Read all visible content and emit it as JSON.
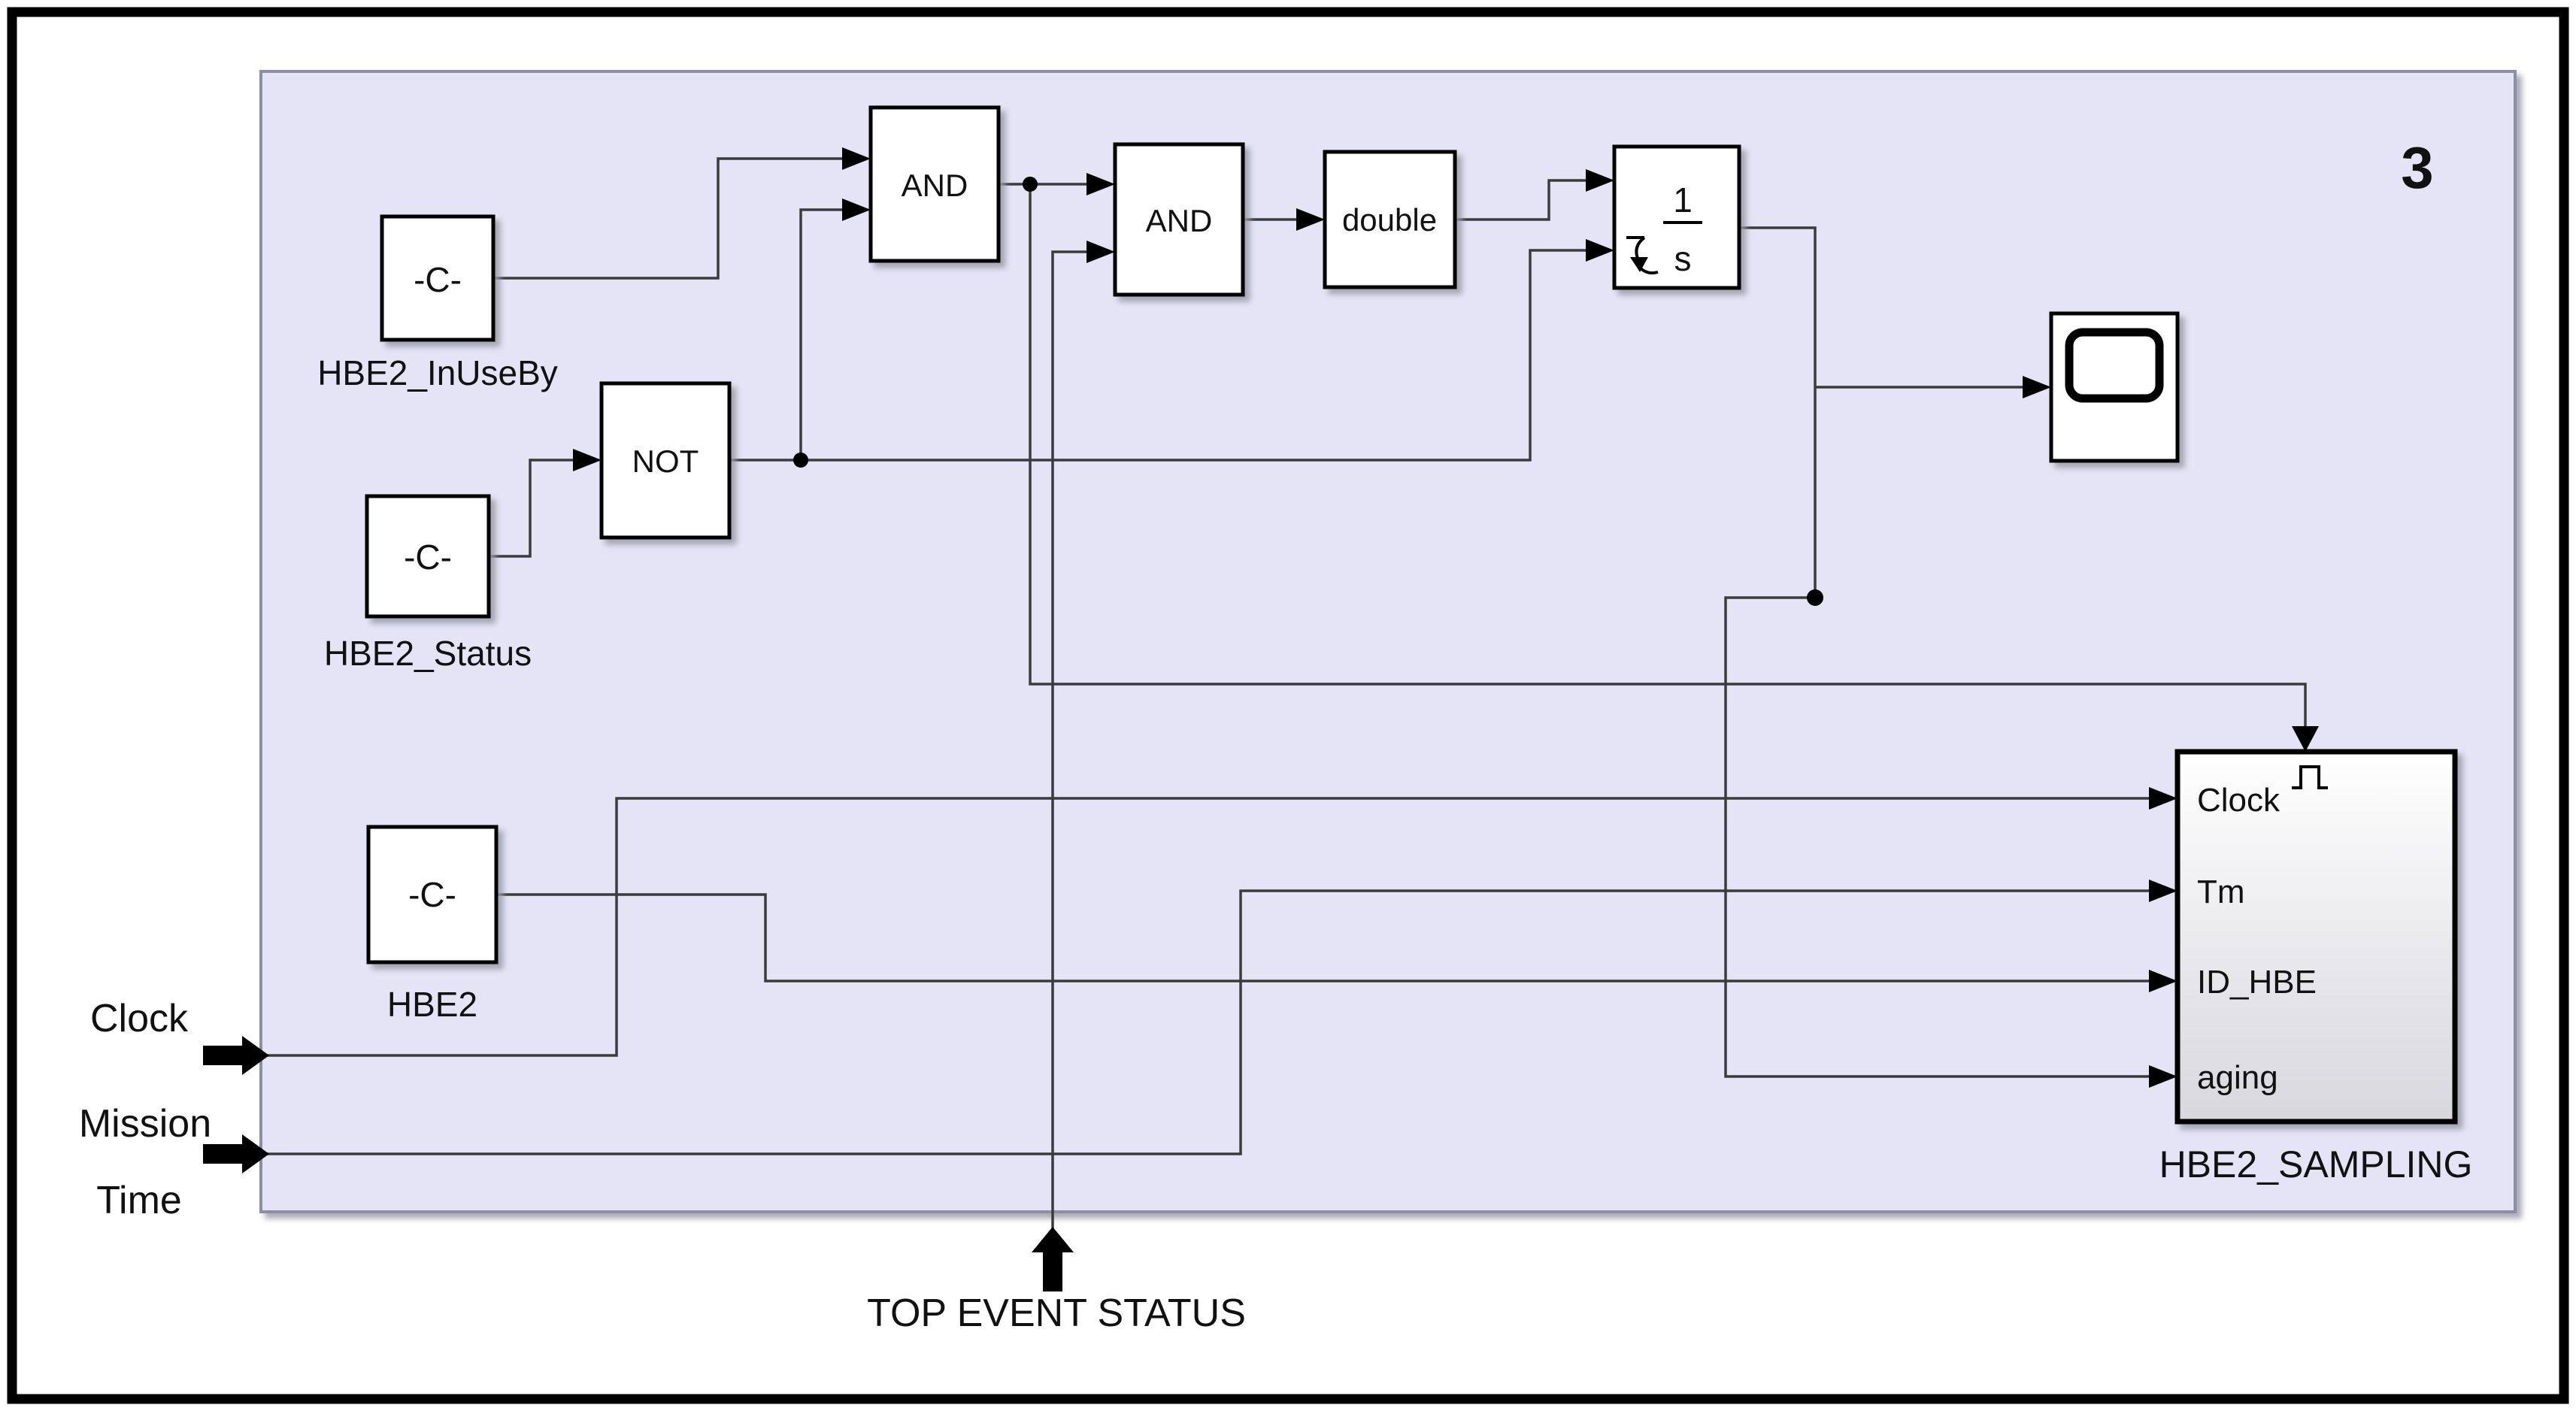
{
  "page_number": "3",
  "colors": {
    "panel_bg": "#e4e4f6",
    "panel_border": "#8d8da8",
    "wire": "#3b3b3b",
    "block_border": "#000000",
    "block_fill": "#ffffff",
    "shadow": "#9a9aa6"
  },
  "inputs": {
    "clock": {
      "label": "Clock"
    },
    "mission_time": {
      "label_line1": "Mission",
      "label_line2": "Time"
    },
    "top_event": {
      "label": "TOP EVENT STATUS"
    }
  },
  "blocks": {
    "hbe2_inuseby_constant": {
      "text": "-C-",
      "label": "HBE2_InUseBy"
    },
    "hbe2_status_constant": {
      "text": "-C-",
      "label": "HBE2_Status"
    },
    "hbe2_constant": {
      "text": "-C-",
      "label": "HBE2"
    },
    "and1": {
      "text": "AND"
    },
    "not": {
      "text": "NOT"
    },
    "and2": {
      "text": "AND"
    },
    "cast_double": {
      "text": "double"
    },
    "integrator": {
      "numerator": "1",
      "denominator": "s"
    },
    "sampling": {
      "label": "HBE2_SAMPLING",
      "ports": {
        "clock": "Clock",
        "tm": "Tm",
        "id_hbe": "ID_HBE",
        "aging": "aging"
      }
    }
  }
}
